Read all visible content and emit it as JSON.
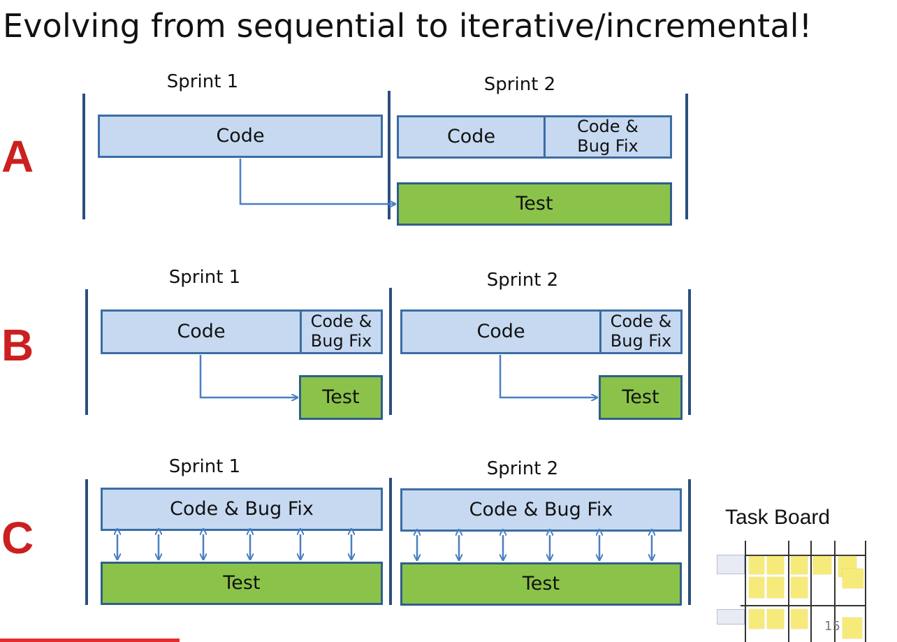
{
  "slide": {
    "title": "Evolving from sequential to iterative/incremental!",
    "page_number": "15",
    "progress_fraction": 0.2
  },
  "rows": [
    {
      "label": "A",
      "sprints": [
        {
          "label": "Sprint 1",
          "boxes": [
            {
              "kind": "code",
              "text": "Code"
            }
          ]
        },
        {
          "label": "Sprint 2",
          "boxes": [
            {
              "kind": "code",
              "text": "Code"
            },
            {
              "kind": "code",
              "text": "Code & Bug Fix"
            },
            {
              "kind": "test",
              "text": "Test"
            }
          ]
        }
      ]
    },
    {
      "label": "B",
      "sprints": [
        {
          "label": "Sprint 1",
          "boxes": [
            {
              "kind": "code",
              "text": "Code"
            },
            {
              "kind": "code",
              "text": "Code & Bug Fix"
            },
            {
              "kind": "test",
              "text": "Test"
            }
          ]
        },
        {
          "label": "Sprint 2",
          "boxes": [
            {
              "kind": "code",
              "text": "Code"
            },
            {
              "kind": "code",
              "text": "Code & Bug Fix"
            },
            {
              "kind": "test",
              "text": "Test"
            }
          ]
        }
      ]
    },
    {
      "label": "C",
      "sprints": [
        {
          "label": "Sprint 1",
          "boxes": [
            {
              "kind": "code",
              "text": "Code & Bug Fix"
            },
            {
              "kind": "test",
              "text": "Test"
            }
          ]
        },
        {
          "label": "Sprint 2",
          "boxes": [
            {
              "kind": "code",
              "text": "Code & Bug Fix"
            },
            {
              "kind": "test",
              "text": "Test"
            }
          ]
        }
      ]
    }
  ],
  "task_board": {
    "title": "Task Board"
  },
  "colors": {
    "code_fill": "#c6d9f1",
    "code_border": "#3b6da4",
    "test_fill": "#8bc34a",
    "arrow": "#4a7fc1",
    "row_label": "#cc1f1f",
    "divider": "#2a4f7c",
    "sticky_note": "#f6ea7a",
    "progress": "#e52b2b"
  }
}
